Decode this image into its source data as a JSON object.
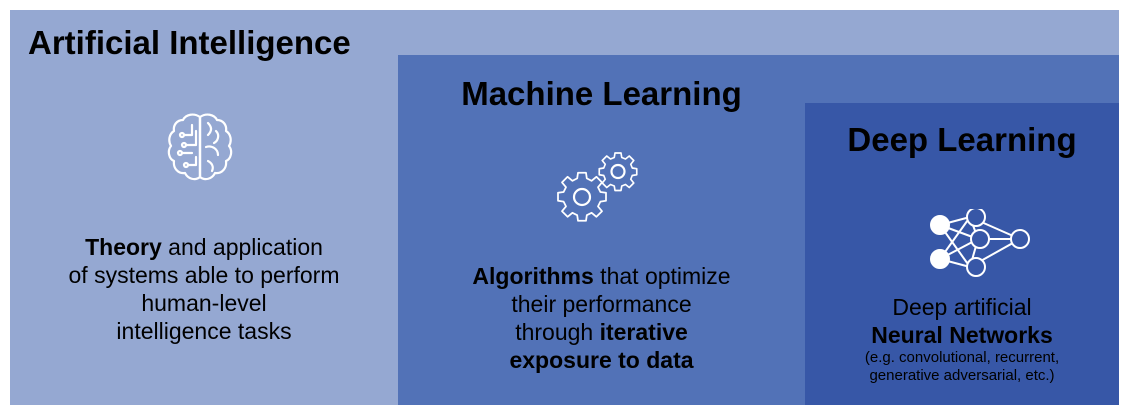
{
  "diagram": {
    "ai": {
      "title": "Artificial Intelligence",
      "desc_bold": "Theory",
      "desc_line1_rest": " and application",
      "desc_line2": "of systems able to perform",
      "desc_line3": "human-level",
      "desc_line4": "intelligence tasks",
      "icon": "brain-circuit-icon",
      "color": "#95a8d2"
    },
    "ml": {
      "title": "Machine Learning",
      "desc_bold1": "Algorithms",
      "desc_line1_rest": " that optimize",
      "desc_line2": "their performance",
      "desc_line3_plain": "through ",
      "desc_line3_bold": "iterative",
      "desc_line4_bold": "exposure to data",
      "icon": "gears-icon",
      "color": "#5272b7"
    },
    "dl": {
      "title": "Deep Learning",
      "desc_line1": "Deep artificial",
      "desc_line2_bold": "Neural Networks",
      "note_line1": "(e.g. convolutional, recurrent,",
      "note_line2": "generative adversarial, etc.)",
      "icon": "neural-network-icon",
      "color": "#3757a7"
    }
  }
}
